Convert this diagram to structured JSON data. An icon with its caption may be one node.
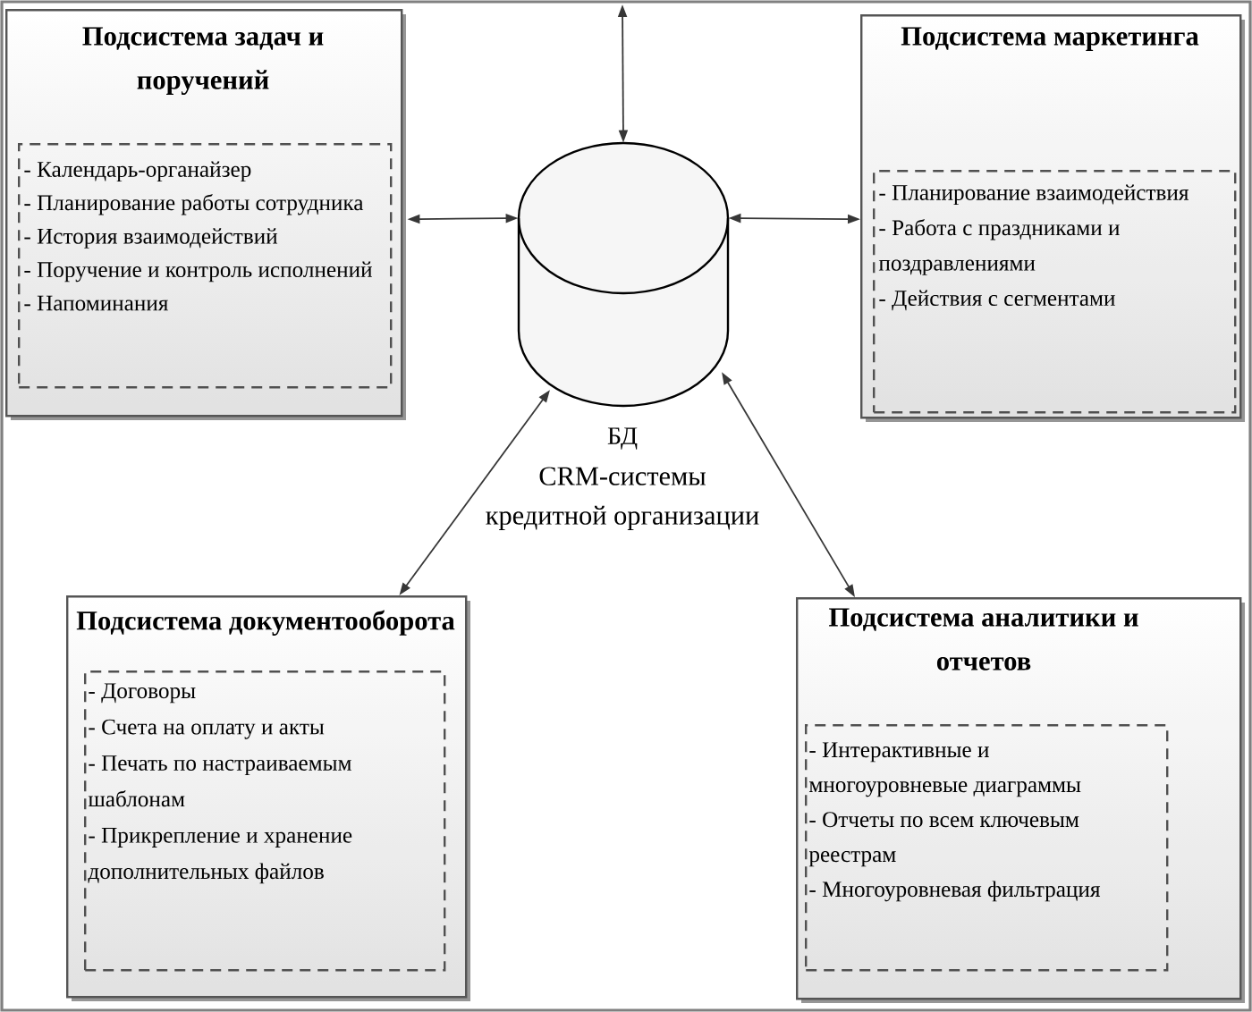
{
  "diagram": {
    "nodes": [
      {
        "text": [
          "Подсистема задач и поручений"
        ]
      },
      {
        "text": [
          "- Календарь-органайзер",
          "- Планирование работы сотрудника",
          "- История взаимодействий",
          "- Поручение и контроль исполнений",
          "- Напоминания"
        ],
        "in": 0
      },
      {
        "text": [
          "Подсистема маркетинга"
        ]
      },
      {
        "text": [
          "- Планирование взаимодействия",
          "- Работа с праздниками и поздравлениями",
          "- Действия с сегментами"
        ],
        "in": 2
      },
      {
        "text": [],
        "shape": "cylinder",
        "beside": [
          "БД",
          "CRM-системы кредитной организации"
        ]
      },
      {
        "text": [
          "Подсистема документооборота"
        ]
      },
      {
        "text": [
          "- Договоры",
          "- Счета на оплату и акты",
          "- Печать по настраиваемым шаблонам",
          "- Прикрепление и хранение дополнительных файлов"
        ],
        "in": 5
      },
      {
        "text": [
          "Подсистема аналитики и отчетов"
        ]
      },
      {
        "text": [
          "- Интерактивные и многоуровневые диаграммы",
          "- Отчеты по всем ключевым реестрам",
          "- Многоуровневая фильтрация"
        ],
        "in": 7
      }
    ],
    "edges": [
      {
        "from": 4,
        "to": null,
        "arrow": "both"
      },
      {
        "from": 0,
        "to": 4,
        "arrow": "both"
      },
      {
        "from": 4,
        "to": 2,
        "arrow": "both"
      },
      {
        "from": 5,
        "to": 4,
        "arrow": "both"
      },
      {
        "from": 4,
        "to": 7,
        "arrow": "both"
      }
    ]
  }
}
